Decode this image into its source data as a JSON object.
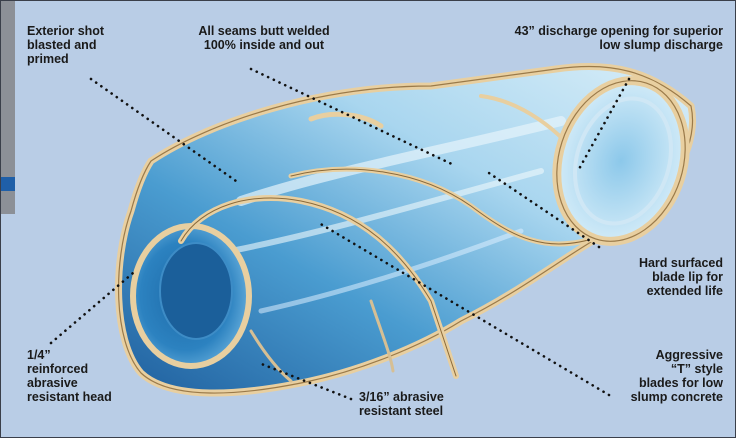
{
  "callouts": {
    "exterior": {
      "lines": [
        "Exterior shot",
        "blasted and",
        "primed"
      ]
    },
    "seams": {
      "lines": [
        "All seams butt welded",
        "100% inside and out"
      ]
    },
    "discharge": {
      "lines": [
        "43” discharge opening for superior",
        "low slump discharge"
      ]
    },
    "blade_lip": {
      "lines": [
        "Hard surfaced",
        "blade lip for",
        "extended life"
      ]
    },
    "head": {
      "lines": [
        "1/4”",
        "reinforced",
        "abrasive",
        "resistant head"
      ]
    },
    "steel": {
      "lines": [
        "3/16” abrasive",
        "resistant steel"
      ]
    },
    "blades": {
      "lines": [
        "Aggressive",
        "“T” style",
        "blades for low",
        "slump concrete"
      ]
    }
  },
  "colors": {
    "background": "#b9cde6",
    "shell_outline": "#e8cfa0",
    "interior": "#3f8fc8",
    "leader": "#111111"
  }
}
